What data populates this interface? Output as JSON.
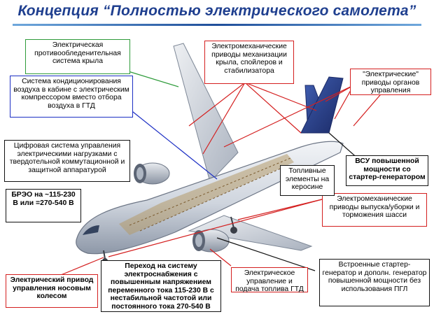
{
  "title": "Концепция “Полностью электрического самолета”",
  "labels": {
    "wing_deice": "Электрическая противообледенительная система крыла",
    "cabin_ac": "Система кондиционирования воздуха в кабине с электрическим компрессором вместо отбора воздуха в ГТД",
    "digital_load": "Цифровая система управления электрическими нагрузками с твердотельной коммутационной и защитной аппаратурой",
    "avionics_power": "БРЭО на ~115-230 В или =270-540 В",
    "nose_wheel": "Электрический привод управления носовым колесом",
    "power_supply": "Переход на систему электроснабжения с повышенным напряжением переменного тока 115-230 В с нестабильной частотой или постоянного тока 270-540 В",
    "fuel_control": "Электрическое управление и подача топлива ГТД",
    "starter_gen": "Встроенные стартер-генератор и дополн. генератор повышенной мощности без использования ПГЛ",
    "gear_actuators": "Электромеханические приводы выпуска/уборки и торможения шасси",
    "apu": "ВСУ повышенной мощности со стартер-генератором",
    "fuel_elements": "Топливные элементы на керосине",
    "flight_controls": "\"Электрические\" приводы органов управления",
    "high_lift": "Электромеханические приводы механизации крыла, спойлеров и стабилизатора"
  },
  "colors": {
    "title": "#1f3f8f",
    "green_border": "#2e9b3a",
    "blue_border": "#1c2fc4",
    "red_border": "#d41f1f",
    "fuselage": "#dfe3ea",
    "tail": "#2a3f8a"
  }
}
